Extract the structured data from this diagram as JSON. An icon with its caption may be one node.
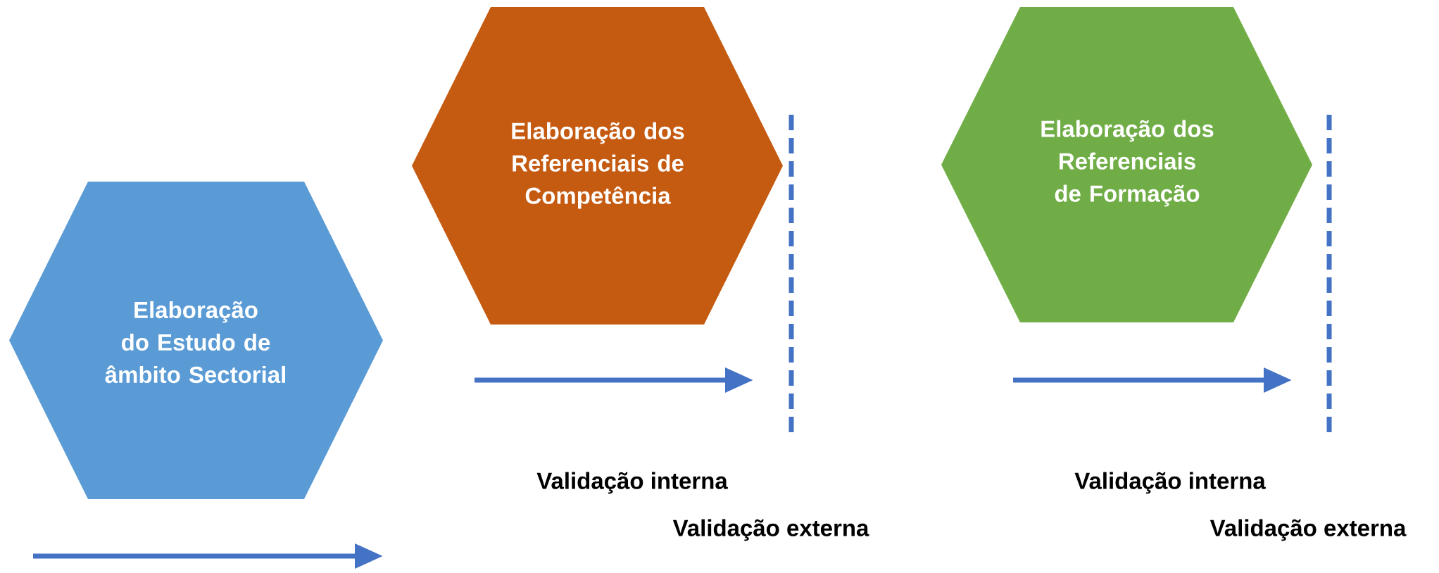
{
  "diagram": {
    "nodes": [
      {
        "text": [
          "Elaboração do Estudo de âmbito Sectorial"
        ]
      },
      {
        "text": [
          "Elaboração dos Referenciais de Competência"
        ]
      },
      {
        "text": [
          "Elaboração dos Referenciais de Formação"
        ]
      }
    ],
    "labels": [
      "Validação interna",
      "Validação externa",
      "Validação interna",
      "Validação externa"
    ]
  }
}
